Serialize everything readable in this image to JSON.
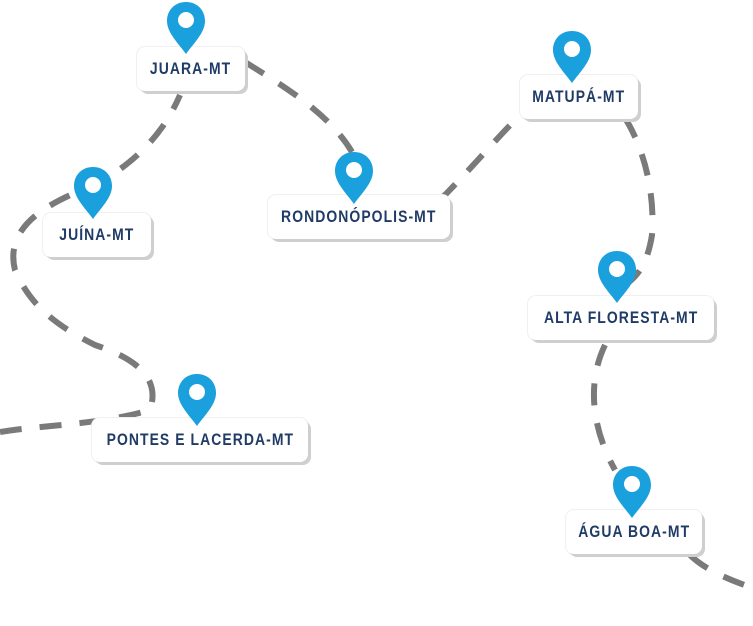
{
  "map": {
    "route_color": "#7a7a7a",
    "pin_color": "#1aa0dd",
    "label_color": "#1f3b66",
    "pin_icon": "map-pin-icon",
    "locations": [
      {
        "id": "juara",
        "label": "JUARA-MT"
      },
      {
        "id": "juina",
        "label": "JUÍNA-MT"
      },
      {
        "id": "rondonopolis",
        "label": "RONDONÓPOLIS-MT"
      },
      {
        "id": "matupa",
        "label": "MATUPÁ-MT"
      },
      {
        "id": "alta-floresta",
        "label": "ALTA FLORESTA-MT"
      },
      {
        "id": "pontes-e-lacerda",
        "label": "PONTES E LACERDA-MT"
      },
      {
        "id": "agua-boa",
        "label": "ÁGUA BOA-MT"
      }
    ]
  }
}
